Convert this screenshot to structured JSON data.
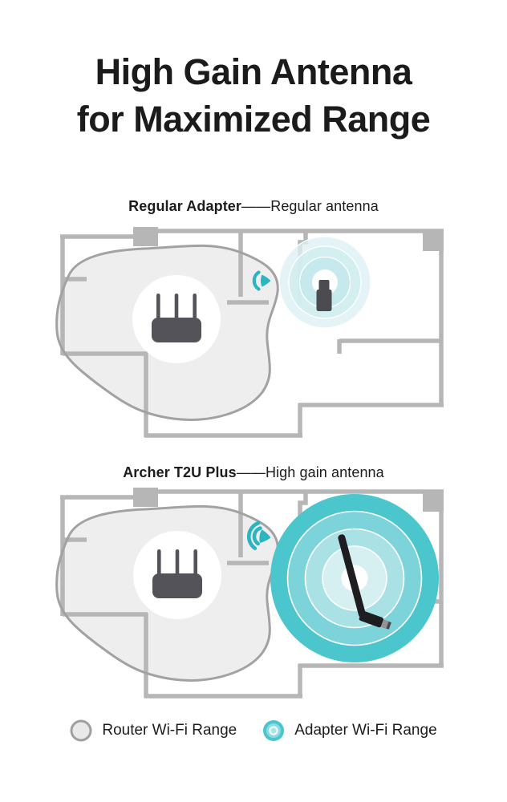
{
  "title": {
    "line1": "High Gain Antenna",
    "line2": "for Maximized Range"
  },
  "diagrams": [
    {
      "device": "Regular Adapter",
      "separator": "——",
      "antenna": "Regular antenna"
    },
    {
      "device": "Archer T2U Plus",
      "separator": "——",
      "antenna": "High gain antenna"
    }
  ],
  "legend": {
    "items": [
      {
        "label": "Router Wi-Fi Range",
        "swatch": "router-range-swatch"
      },
      {
        "label": "Adapter Wi-Fi Range",
        "swatch": "adapter-range-swatch"
      }
    ]
  },
  "icons": [
    "router-icon",
    "usb-adapter-icon",
    "high-gain-adapter-icon",
    "wifi-signal-icon",
    "router-range-swatch",
    "adapter-range-swatch"
  ],
  "colors": {
    "wall_gray": "#b6b6b6",
    "blob_fill": "#ededed",
    "blob_stroke": "#a2a2a2",
    "teal_accent": "#4bc6cd",
    "wifi_icon_teal": "#2bb5c1",
    "device_dark": "#545359",
    "text_dark": "#1b1b1b",
    "small_range_rings": [
      "#dcf1f3",
      "#cfedef",
      "#c2e8eb",
      "#ffffff"
    ],
    "large_range_rings": [
      "#4bc6cd",
      "#7cd4da",
      "#a9e1e4",
      "#d6f0f2",
      "#ffffff"
    ]
  }
}
